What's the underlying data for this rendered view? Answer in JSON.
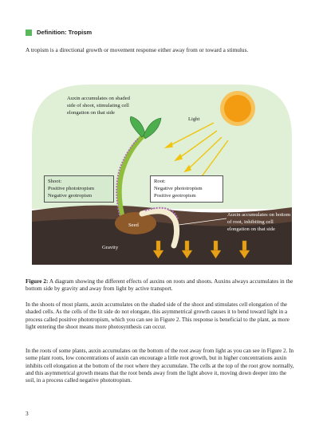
{
  "definition": {
    "title": "Definition: Tropism",
    "body": "A tropism is a directional growth or movement response either away from or toward a stimulus."
  },
  "figure": {
    "shoot_auxin_note": "Auxin accumulates on shaded side of shoot, stimulating cell elongation on that side",
    "light_label": "Light",
    "shoot_box": {
      "line1": "Shoot:",
      "line2": "Positive phototropism",
      "line3": "Negative geotropism"
    },
    "root_box": {
      "line1": "Root:",
      "line2": "Negative phototropism",
      "line3": "Positive geotropism"
    },
    "seed_label": "Seed",
    "gravity_label": "Gravity",
    "root_auxin_note": "Auxin accumulates on bottom of root, inhibiting cell elongation on that side",
    "colors": {
      "sky": "#dff0d6",
      "soil_dark": "#3a2f2a",
      "soil_band": "#5a4336",
      "sun": "#f39c12",
      "light_rays": "#f1c40f",
      "gravity_arrows": "#e6a117",
      "leaf": "#4cae4c",
      "stem": "#8fbf3a",
      "seed": "#8e5a2a",
      "auxin": "#b26bb8"
    }
  },
  "caption": {
    "label": "Figure 2:",
    "text": "A diagram showing the different effects of auxins on roots and shoots. Auxins always accumulates in the bottom side by gravity and away from light by active transport."
  },
  "paragraphs": [
    "In the shoots of most plants, auxin accumulates on the shaded side of the shoot and stimulates cell elongation of the shaded cells. As the cells of the lit side do not elongate, this asymmetrical growth causes it to bend toward light in a process called positive phototropism, which you can see in Figure 2. This response is beneficial to the plant, as more light entering the shoot means more photosynthesis can occur.",
    "In the roots of some plants, auxin accumulates on the bottom of the root away from light as you can see in Figure 2. In some plant roots, low concentrations of auxin can encourage a little root growth, but in higher concentrations auxin inhibits cell elongation at the bottom of the root where they accumulate. The cells at the top of the root grow normally, and this asymmetrical growth means that the root bends away from the light above it, moving down deeper into the soil, in a process called negative phototropism."
  ],
  "page_number": "3"
}
